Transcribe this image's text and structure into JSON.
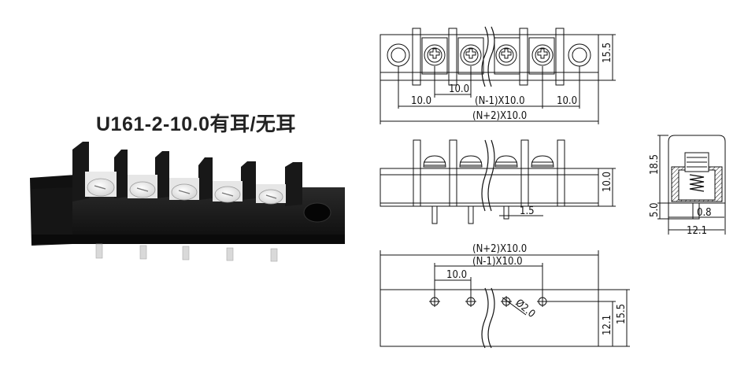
{
  "title": "U161-2-10.0有耳/无耳",
  "top_view": {
    "height_dim": "15.5",
    "pitch_inner": "10.0",
    "pitch_left": "10.0",
    "pitch_right": "10.0",
    "span_n_minus_1": "(N-1)X10.0",
    "span_n_plus_2": "(N+2)X10.0"
  },
  "front_view": {
    "height_dim": "10.0",
    "pin_dim": "1.5"
  },
  "side_view": {
    "body_height": "18.5",
    "pin_length": "5.0",
    "pin_width": "0.8",
    "depth": "12.1"
  },
  "pcb_layout": {
    "span_n_plus_2": "(N+2)X10.0",
    "span_n_minus_1": "(N-1)X10.0",
    "pitch": "10.0",
    "hole_diameter": "Ø2.0",
    "row_offset": "12.1",
    "height_dim": "15.5"
  },
  "colors": {
    "line": "#111111",
    "body_dark": "#1a1a1a",
    "screw_white": "#f2f2f2"
  }
}
